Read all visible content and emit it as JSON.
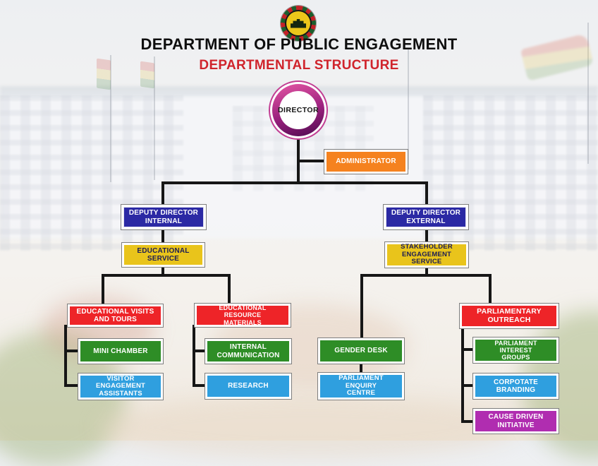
{
  "header": {
    "title": "DEPARTMENT OF PUBLIC ENGAGEMENT",
    "subtitle": "DEPARTMENTAL STRUCTURE",
    "logo": "parliament-of-ghana-emblem"
  },
  "palette": {
    "title_black": "#0e0e0e",
    "subtitle_red": "#d0242c",
    "navy": "#2b29a4",
    "gold": "#e9c41b",
    "red": "#ee2428",
    "green": "#2e8d26",
    "blue": "#2f9fdf",
    "orange": "#f5821f",
    "magenta": "#b02db0",
    "director_ring_pink": "#da4f9f",
    "director_ring_purple": "#570d55",
    "connector_black": "#161616"
  },
  "org": {
    "director": "DIRECTOR",
    "administrator": "ADMINISTRATOR",
    "internal": {
      "head": "DEPUTY DIRECTOR\nINTERNAL",
      "service": "EDUCATIONAL\nSERVICE",
      "col1": {
        "lead": "EDUCATIONAL VISITS\nAND TOURS",
        "sub1": "MINI CHAMBER",
        "sub2": "VISITOR\nENGAGEMENT\nASSISTANTS"
      },
      "col2": {
        "lead": "EDUCATIONAL\nRESOURCE\nMATERIALS",
        "sub1": "INTERNAL\nCOMMUNICATION",
        "sub2": "RESEARCH"
      }
    },
    "external": {
      "head": "DEPUTY DIRECTOR\nEXTERNAL",
      "service": "STAKEHOLDER\nENGAGEMENT\nSERVICE",
      "col1": {
        "lead": "GENDER DESK",
        "sub1": "PARLIAMENT\nENQUIRY\nCENTRE"
      },
      "col2": {
        "lead": "PARLIAMENTARY\nOUTREACH",
        "sub1": "PARLIAMENT\nINTEREST\nGROUPS",
        "sub2": "CORPOTATE\nBRANDING",
        "sub3": "CAUSE DRIVEN\nINITIATIVE"
      }
    }
  }
}
